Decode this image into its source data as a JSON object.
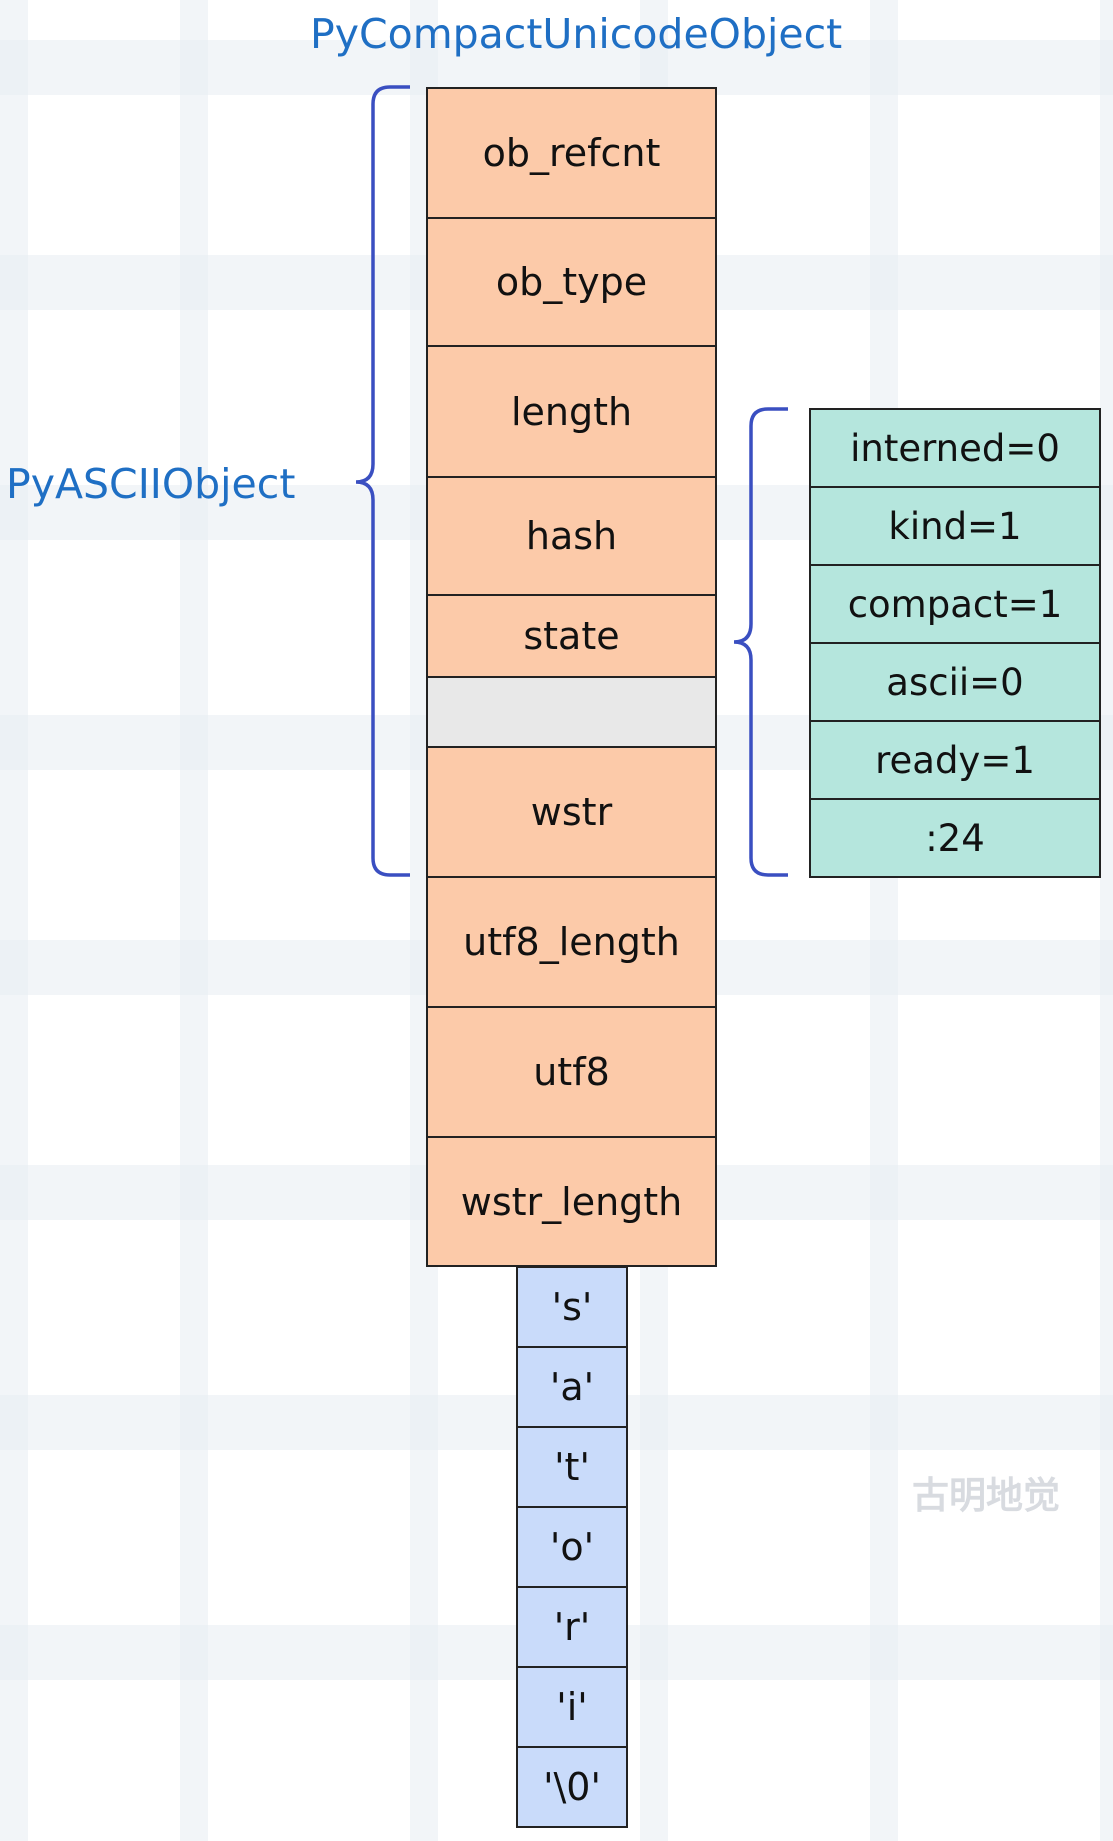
{
  "title": "PyCompactUnicodeObject",
  "group_label": "PyASCIIObject",
  "struct_fields": [
    {
      "label": "ob_refcnt"
    },
    {
      "label": "ob_type"
    },
    {
      "label": "length"
    },
    {
      "label": "hash"
    },
    {
      "label": "state"
    },
    {
      "label": ""
    },
    {
      "label": "wstr"
    },
    {
      "label": "utf8_length"
    },
    {
      "label": "utf8"
    },
    {
      "label": "wstr_length"
    }
  ],
  "state_bits": [
    "interned=0",
    "kind=1",
    "compact=1",
    "ascii=0",
    "ready=1",
    ":24"
  ],
  "chars": [
    "'s'",
    "'a'",
    "'t'",
    "'o'",
    "'r'",
    "'i'",
    "'\\0'"
  ],
  "watermark": "古明地觉",
  "colors": {
    "title": "#1f6fc4",
    "brace": "#3a4fc1",
    "struct_fill": "#fccaa9",
    "padding_fill": "#e8e8e8",
    "state_fill": "#b5e6dd",
    "char_fill": "#c9dbfa",
    "border": "#222222"
  }
}
